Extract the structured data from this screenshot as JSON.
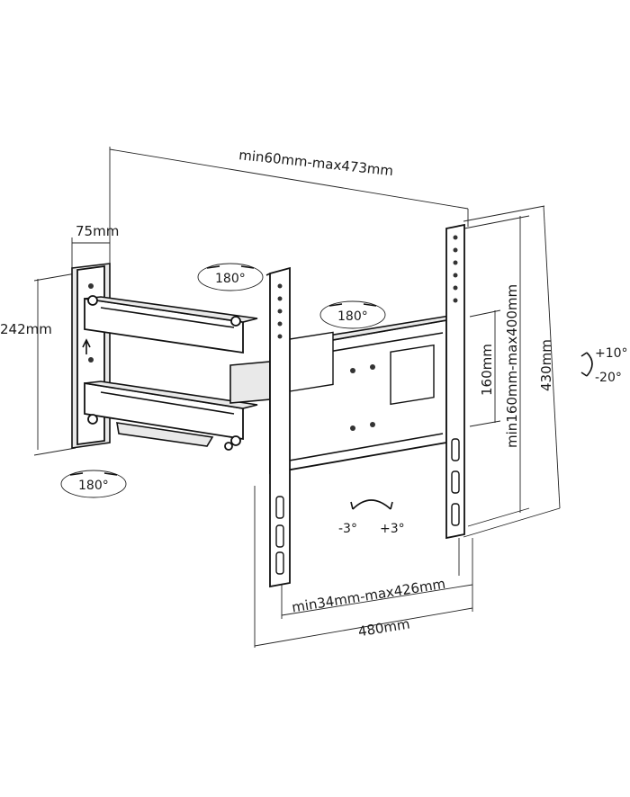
{
  "dimensions": {
    "arm_extension": "min60mm-max473mm",
    "wall_plate_depth": "75mm",
    "wall_plate_height": "242mm",
    "bracket_height": "430mm",
    "vesa_vertical_range": "min160mm-max400mm",
    "inner_vertical": "160mm",
    "vesa_horizontal_range": "min34mm-max426mm",
    "total_width": "480mm"
  },
  "rotations": {
    "wall_swivel": "180°",
    "arm_swivel": "180°",
    "head_swivel": "180°",
    "tilt_up": "+10°",
    "tilt_down": "-20°",
    "level_left": "-3°",
    "level_right": "+3°"
  }
}
